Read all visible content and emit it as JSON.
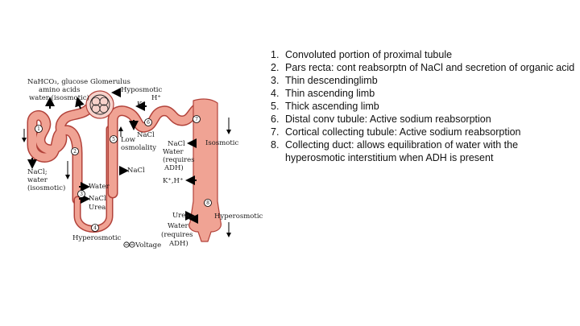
{
  "diagram": {
    "labels": {
      "nahco3": "NaHCO₃, glucose",
      "amino": "amino acids",
      "water_iso": "water (isosmotic)",
      "glomerulus": "Glomerulus",
      "hyposmotic": "Hyposmotic",
      "h_plus": "H⁺",
      "k_plus": "K⁺",
      "nacl_6": "NaCl",
      "low": "Low",
      "osmolality": "osmolality",
      "nacl_5": "NaCl",
      "nacl_water": "NaCl;",
      "water": "water",
      "isosmotic_paren": "(isosmotic)",
      "water_4": "Water",
      "nacl_4": "NaCl",
      "urea_4": "Urea",
      "hyperosmotic_bottom": "Hyperosmotic",
      "voltage": "Voltage",
      "dct_nacl": "NaCl",
      "dct_water": "Water",
      "dct_requires": "(requires",
      "dct_adh": "ADH)",
      "kh": "K⁺,H⁺",
      "isosmotic": "Isosmotic",
      "cd_urea": "Urea",
      "cd_water": "Water",
      "cd_requires": "(requires",
      "cd_adh": "ADH)",
      "hyperosmotic_right": "Hyperosmotic"
    },
    "segments": [
      "1",
      "2",
      "3",
      "4",
      "5",
      "6",
      "7",
      "8"
    ]
  },
  "notes": [
    {
      "n": "1.",
      "text": "Convoluted portion of proximal tubule"
    },
    {
      "n": "2.",
      "text": "Pars recta: cont reabsorptn of NaCl and secretion of organic acid"
    },
    {
      "n": "3.",
      "text": "Thin descendinglimb"
    },
    {
      "n": "4.",
      "text": "Thin ascending limb"
    },
    {
      "n": "5.",
      "text": "Thick ascending limb"
    },
    {
      "n": "6.",
      "text": "Distal conv tubule: Active sodium reabsorption"
    },
    {
      "n": "7.",
      "text": "Cortical collecting tubule: Active sodium reabsorption"
    },
    {
      "n": "8.",
      "text": "Collecting duct: allows equilibration of water with the hyperosmotic interstitium when ADH is present"
    }
  ]
}
